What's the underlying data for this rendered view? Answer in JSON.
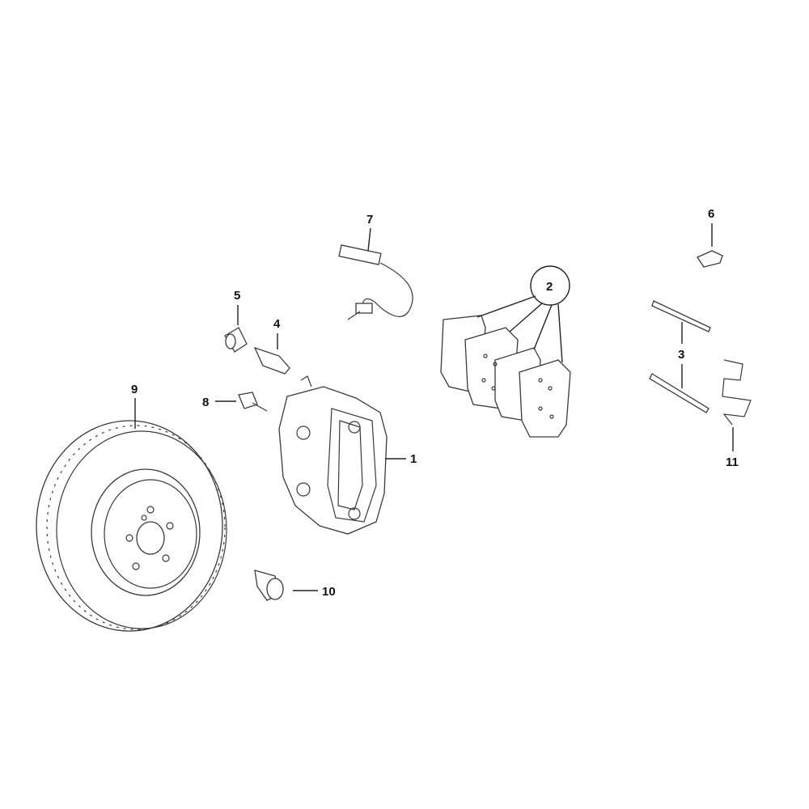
{
  "diagram": {
    "callouts": [
      {
        "id": "1",
        "part": "caliper"
      },
      {
        "id": "2",
        "part": "brake-pads"
      },
      {
        "id": "3",
        "part": "guide-pins"
      },
      {
        "id": "4",
        "part": "bleeder-valve"
      },
      {
        "id": "5",
        "part": "bleeder-cap"
      },
      {
        "id": "6",
        "part": "bolt"
      },
      {
        "id": "7",
        "part": "wear-sensor"
      },
      {
        "id": "8",
        "part": "caliper-bolt"
      },
      {
        "id": "9",
        "part": "brake-disc"
      },
      {
        "id": "10",
        "part": "disc-screw"
      },
      {
        "id": "11",
        "part": "spring-clip"
      }
    ]
  }
}
